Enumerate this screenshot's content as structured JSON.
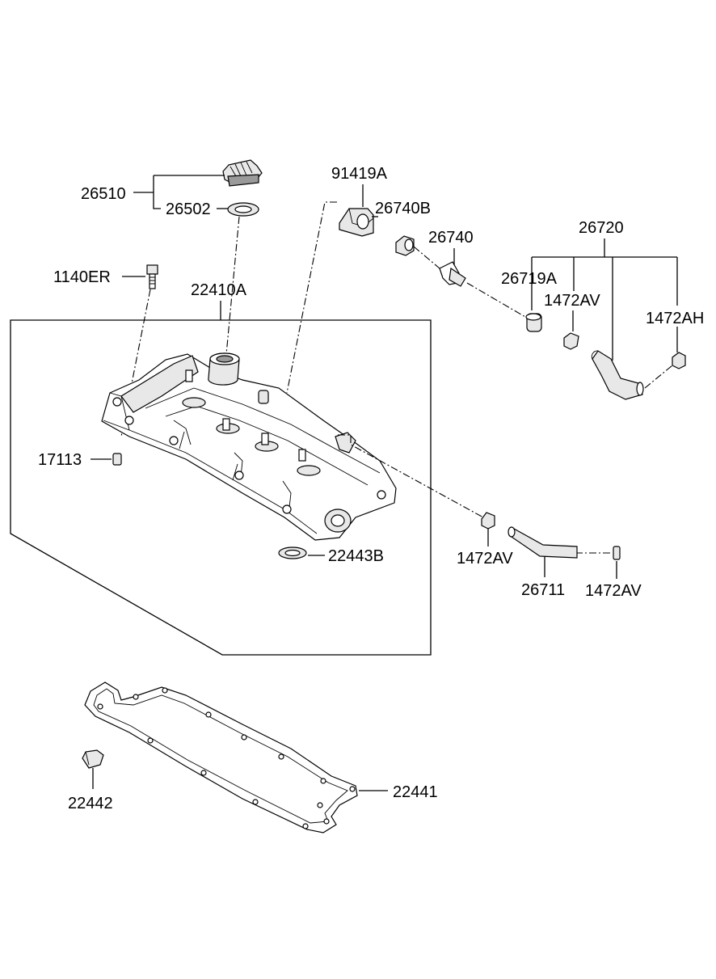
{
  "labels": {
    "p26510": "26510",
    "p26502": "26502",
    "p1140ER": "1140ER",
    "p22410A": "22410A",
    "p17113": "17113",
    "p22443B": "22443B",
    "p91419A": "91419A",
    "p26740B": "26740B",
    "p26740": "26740",
    "p26720": "26720",
    "p26719A": "26719A",
    "p1472AV_a": "1472AV",
    "p1472AH": "1472AH",
    "p1472AV_b": "1472AV",
    "p26711": "26711",
    "p1472AV_c": "1472AV",
    "p22441": "22441",
    "p22442": "22442"
  }
}
